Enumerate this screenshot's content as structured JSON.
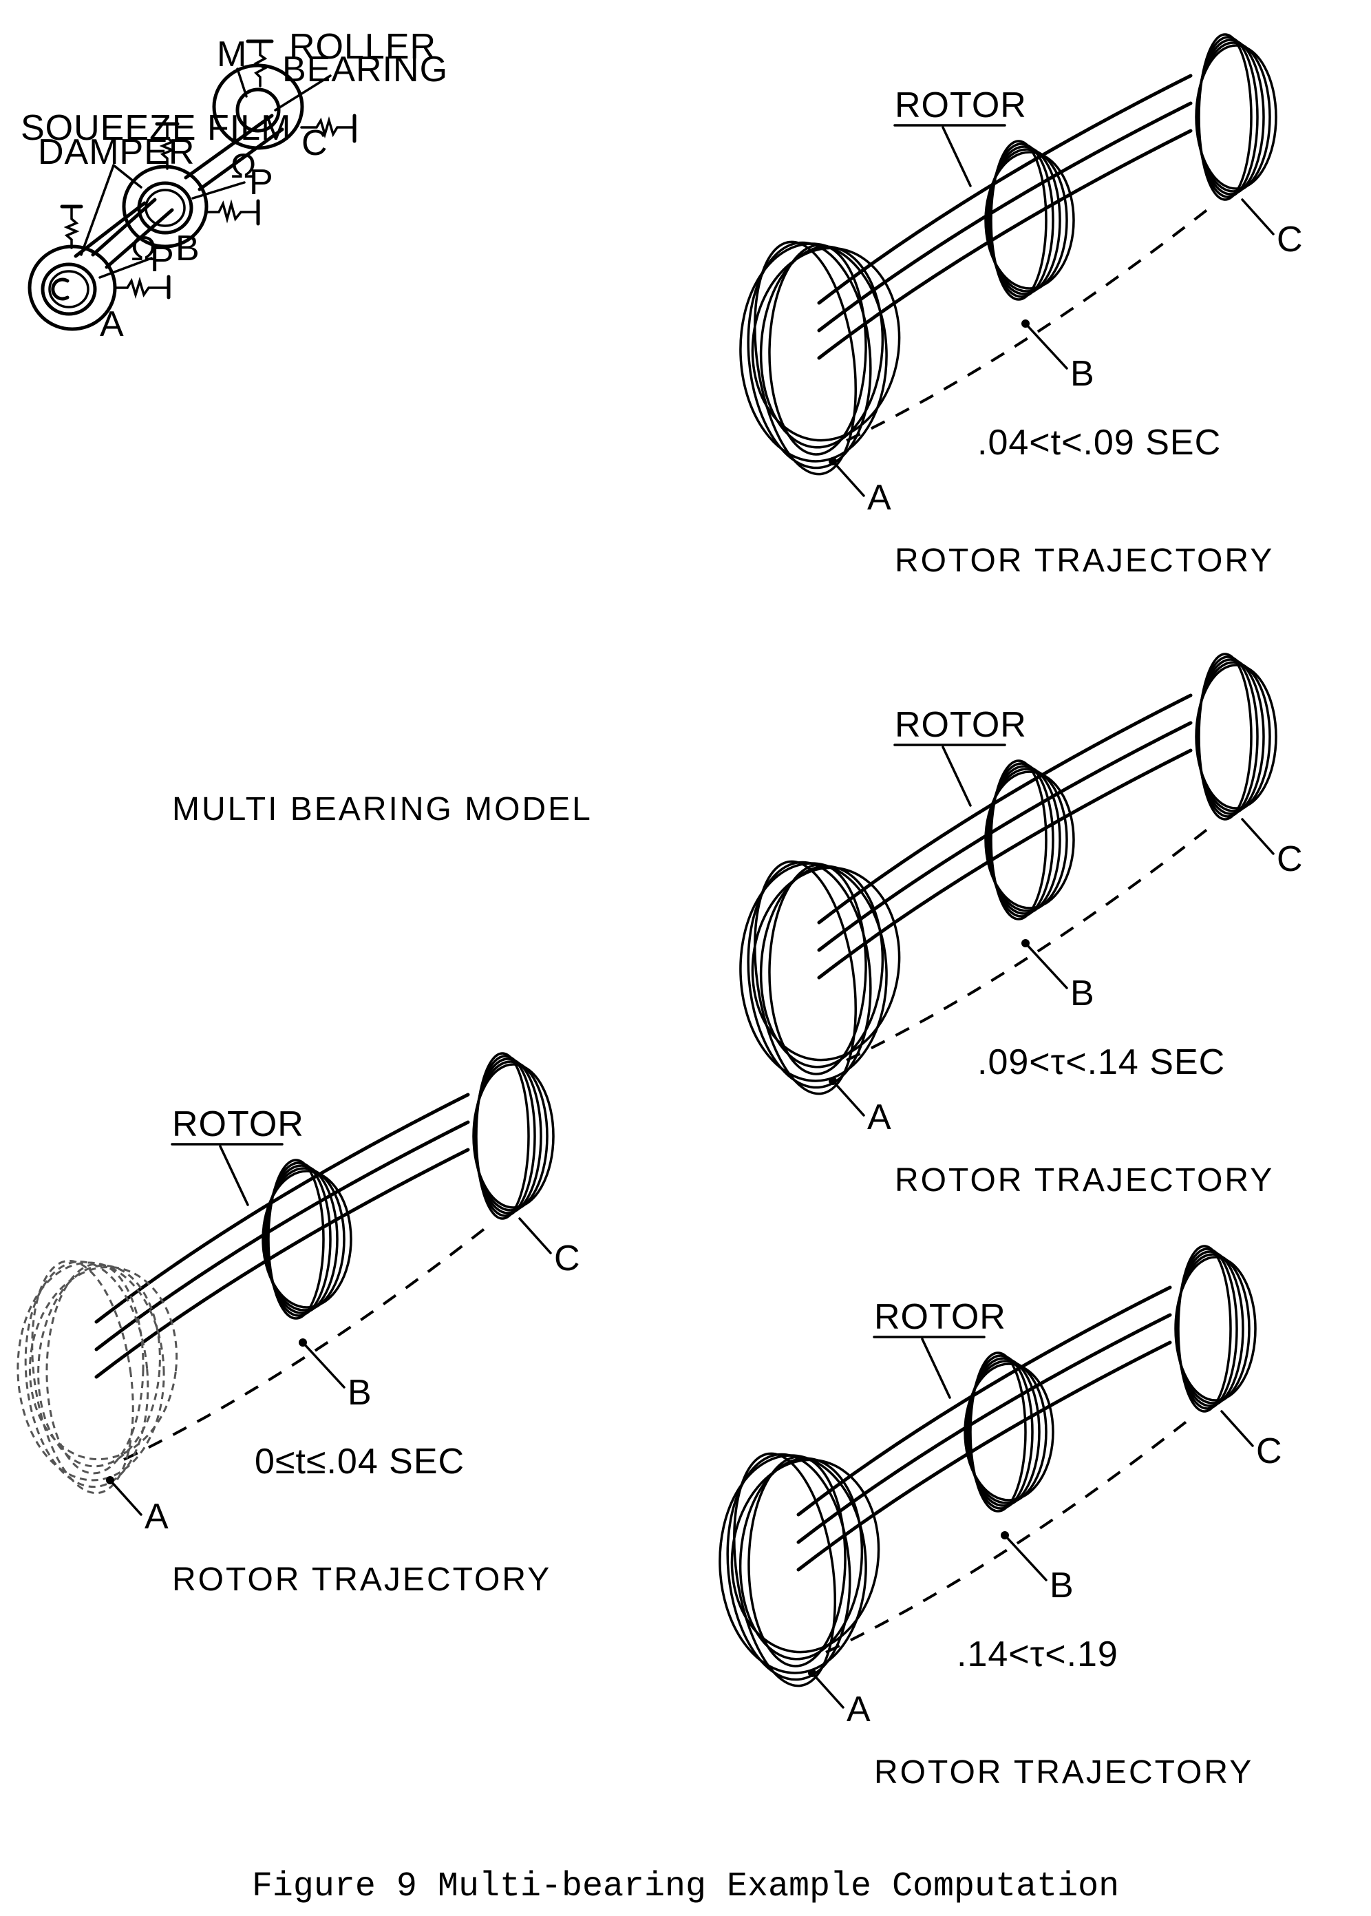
{
  "figure": {
    "caption": "Figure 9  Multi-bearing Example Computation"
  },
  "model_panel": {
    "title": "MULTI BEARING MODEL",
    "labels": {
      "squeeze_film_line1": "SOUEEZE FILM",
      "squeeze_film_line2": "DAMPER",
      "roller_line1": "ROLLER",
      "roller_line2": "BEARING",
      "mass": "M",
      "bearing_a": "A",
      "bearing_b": "B",
      "bearing_c": "C",
      "load_p1": "P",
      "load_p2": "P",
      "omega1": "Ω",
      "omega2": "Ω"
    }
  },
  "trajectory_panels": [
    {
      "id": "t1",
      "rotor_label": "ROTOR",
      "time_range": ".04<t<.09 SEC",
      "title": "ROTOR  TRAJECTORY",
      "points": [
        "A",
        "B",
        "C"
      ]
    },
    {
      "id": "t2",
      "rotor_label": "ROTOR",
      "time_range": ".09<τ<.14 SEC",
      "title": "ROTOR  TRAJECTORY",
      "points": [
        "A",
        "B",
        "C"
      ]
    },
    {
      "id": "t0",
      "rotor_label": "ROTOR",
      "time_range": "0≤t≤.04 SEC",
      "title": "ROTOR  TRAJECTORY",
      "points": [
        "A",
        "B",
        "C"
      ]
    },
    {
      "id": "t3",
      "rotor_label": "ROTOR",
      "time_range": ".14<τ<.19",
      "title": "ROTOR  TRAJECTORY",
      "points": [
        "A",
        "B",
        "C"
      ]
    }
  ]
}
